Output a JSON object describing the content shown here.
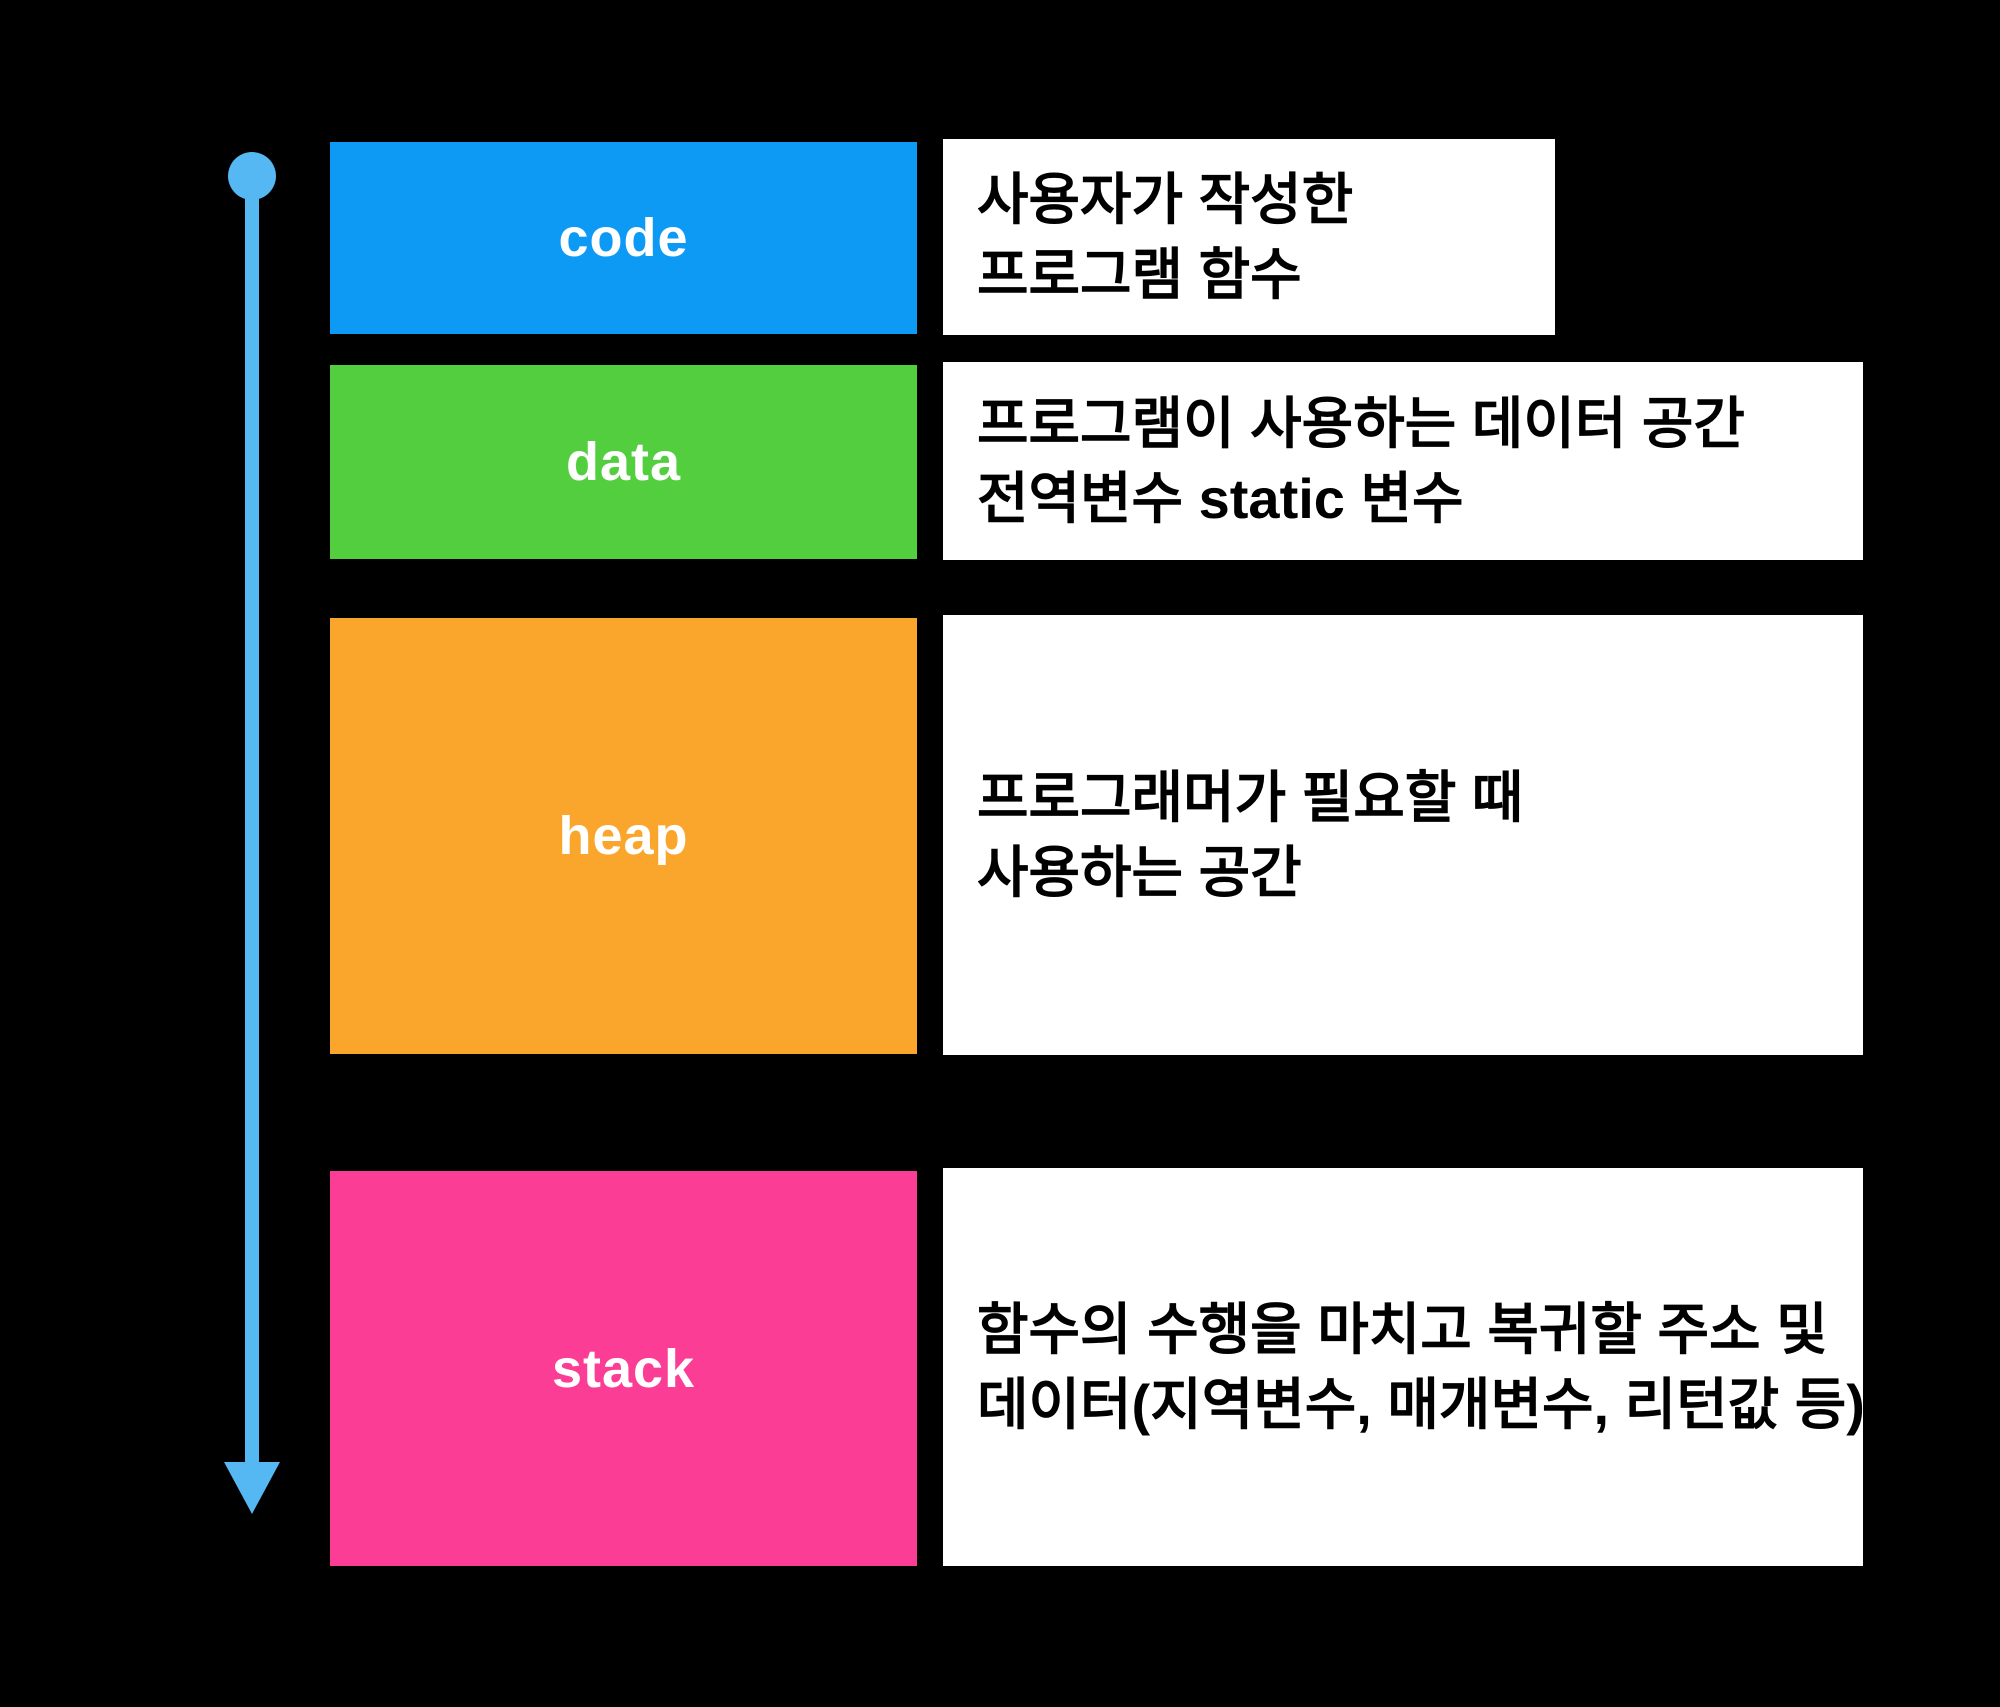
{
  "diagram": {
    "title": "memory-layout",
    "arrow": {
      "color": "#55B8F2",
      "direction": "down"
    },
    "rows": [
      {
        "id": "code",
        "label": "code",
        "color": "#0D9AF5",
        "desc_lines": [
          "사용자가 작성한",
          "프로그램 함수"
        ]
      },
      {
        "id": "data",
        "label": "data",
        "color": "#53CE3F",
        "desc_lines": [
          "프로그램이 사용하는 데이터 공간",
          "전역변수 static 변수"
        ]
      },
      {
        "id": "heap",
        "label": "heap",
        "color": "#FAA62D",
        "desc_lines": [
          "프로그래머가 필요할 때",
          "사용하는 공간"
        ]
      },
      {
        "id": "stack",
        "label": "stack",
        "color": "#FB3D96",
        "desc_lines": [
          "함수의 수행을 마치고 복귀할 주소 및",
          "데이터(지역변수, 매개변수, 리턴값 등)"
        ]
      }
    ]
  }
}
